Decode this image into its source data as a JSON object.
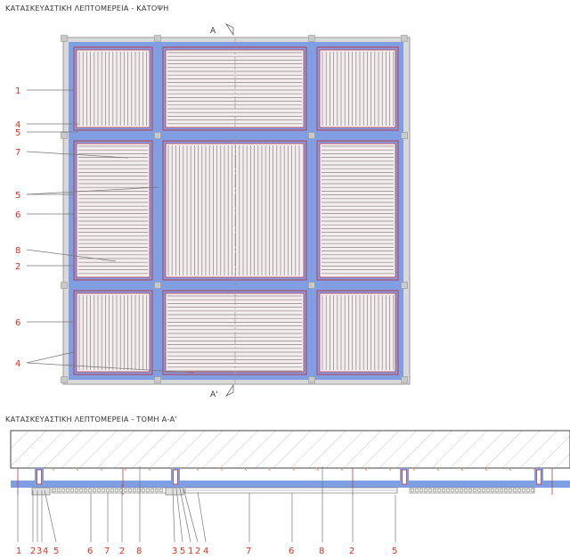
{
  "plan_title": "ΚΑΤΑΣΚΕΥΑΣΤΙΚΗ ΛΕΠΤΟΜΕΡΕΙΑ - ΚΑΤΟΨΗ",
  "section_title": "ΚΑΤΑΣΚΕΥΑΣΤΙΚΗ ΛΕΠΤΟΜΕΡΕΙΑ - ΤΟΜΗ Α-Α'",
  "section_marker_top": "Α",
  "section_marker_bottom": "Α'",
  "plan_callouts": [
    "1",
    "4",
    "5",
    "7",
    "5",
    "6",
    "8",
    "2",
    "6",
    "4"
  ],
  "section_callouts": [
    "1",
    "2",
    "3",
    "4",
    "5",
    "6",
    "7",
    "2",
    "8",
    "3",
    "5",
    "1",
    "2",
    "4",
    "7",
    "6",
    "8",
    "2",
    "5"
  ],
  "colors": {
    "frame_blue": "#7f9fe2",
    "outline_red": "#c0394a",
    "slat_fill": "#f3eeee",
    "slat_line": "#8f8080",
    "label_red": "#d8321e",
    "frame_grey": "#d9d9d9",
    "node_grey": "#c9c9c9"
  }
}
